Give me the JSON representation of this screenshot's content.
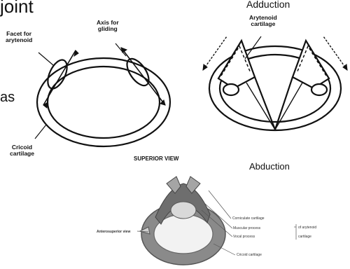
{
  "fragments": {
    "top_left": "joint",
    "mid_left": "as"
  },
  "left_diagram": {
    "facet_label": [
      "Facet for",
      "arytenoid"
    ],
    "axis_label": [
      "Axis for",
      "gliding"
    ],
    "cricoid_label": [
      "Cricoid",
      "cartilage"
    ]
  },
  "right_diagram": {
    "adduction_title": "Adduction",
    "arytenoid_label": [
      "Arytenoid",
      "cartilage"
    ],
    "abduction_label": "Abduction"
  },
  "superior_view_label": "SUPERIOR VIEW",
  "photo": {
    "anterosuperior_label": "Anterosuperior view",
    "labels": [
      "Corniculate cartilage",
      "Muscular process",
      "Vocal process",
      "Cricoid cartilage"
    ],
    "bracket_labels": [
      "of arytenoid",
      "cartilage"
    ]
  },
  "colors": {
    "ink": "#111111",
    "photo_tone": "#7a7a7a"
  }
}
